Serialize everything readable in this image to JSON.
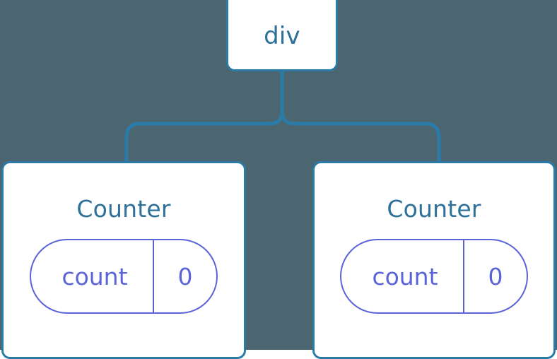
{
  "diagram": {
    "type": "component-tree",
    "background_color": "#4b6670",
    "node_border_color": "#2b7ba8",
    "node_title_color": "#2d7099",
    "state_color": "#5b63d8",
    "connector_color": "#2b7ba8",
    "root": {
      "label": "div"
    },
    "children": [
      {
        "label": "Counter",
        "state": {
          "key": "count",
          "value": "0"
        }
      },
      {
        "label": "Counter",
        "state": {
          "key": "count",
          "value": "0"
        }
      }
    ]
  }
}
